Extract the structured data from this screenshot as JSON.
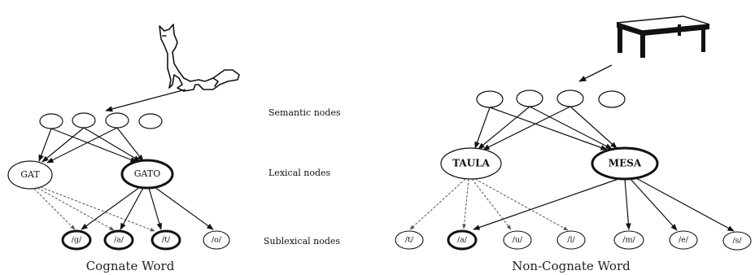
{
  "row_labels": {
    "semantic": "Semantic nodes",
    "lexical": "Lexical nodes",
    "sublexical": "Sublexical nodes"
  },
  "left": {
    "caption": "Cognate Word",
    "lexical": [
      "GAT",
      "GATO"
    ],
    "sublexical": [
      "/g/",
      "/a/",
      "/t/",
      "/o/"
    ]
  },
  "right": {
    "caption": "Non-Cognate Word",
    "lexical": [
      "TAULA",
      "MESA"
    ],
    "sublexical": [
      "/t/",
      "/a/",
      "/u/",
      "/l/",
      "/m/",
      "/e/",
      "/s/"
    ]
  }
}
